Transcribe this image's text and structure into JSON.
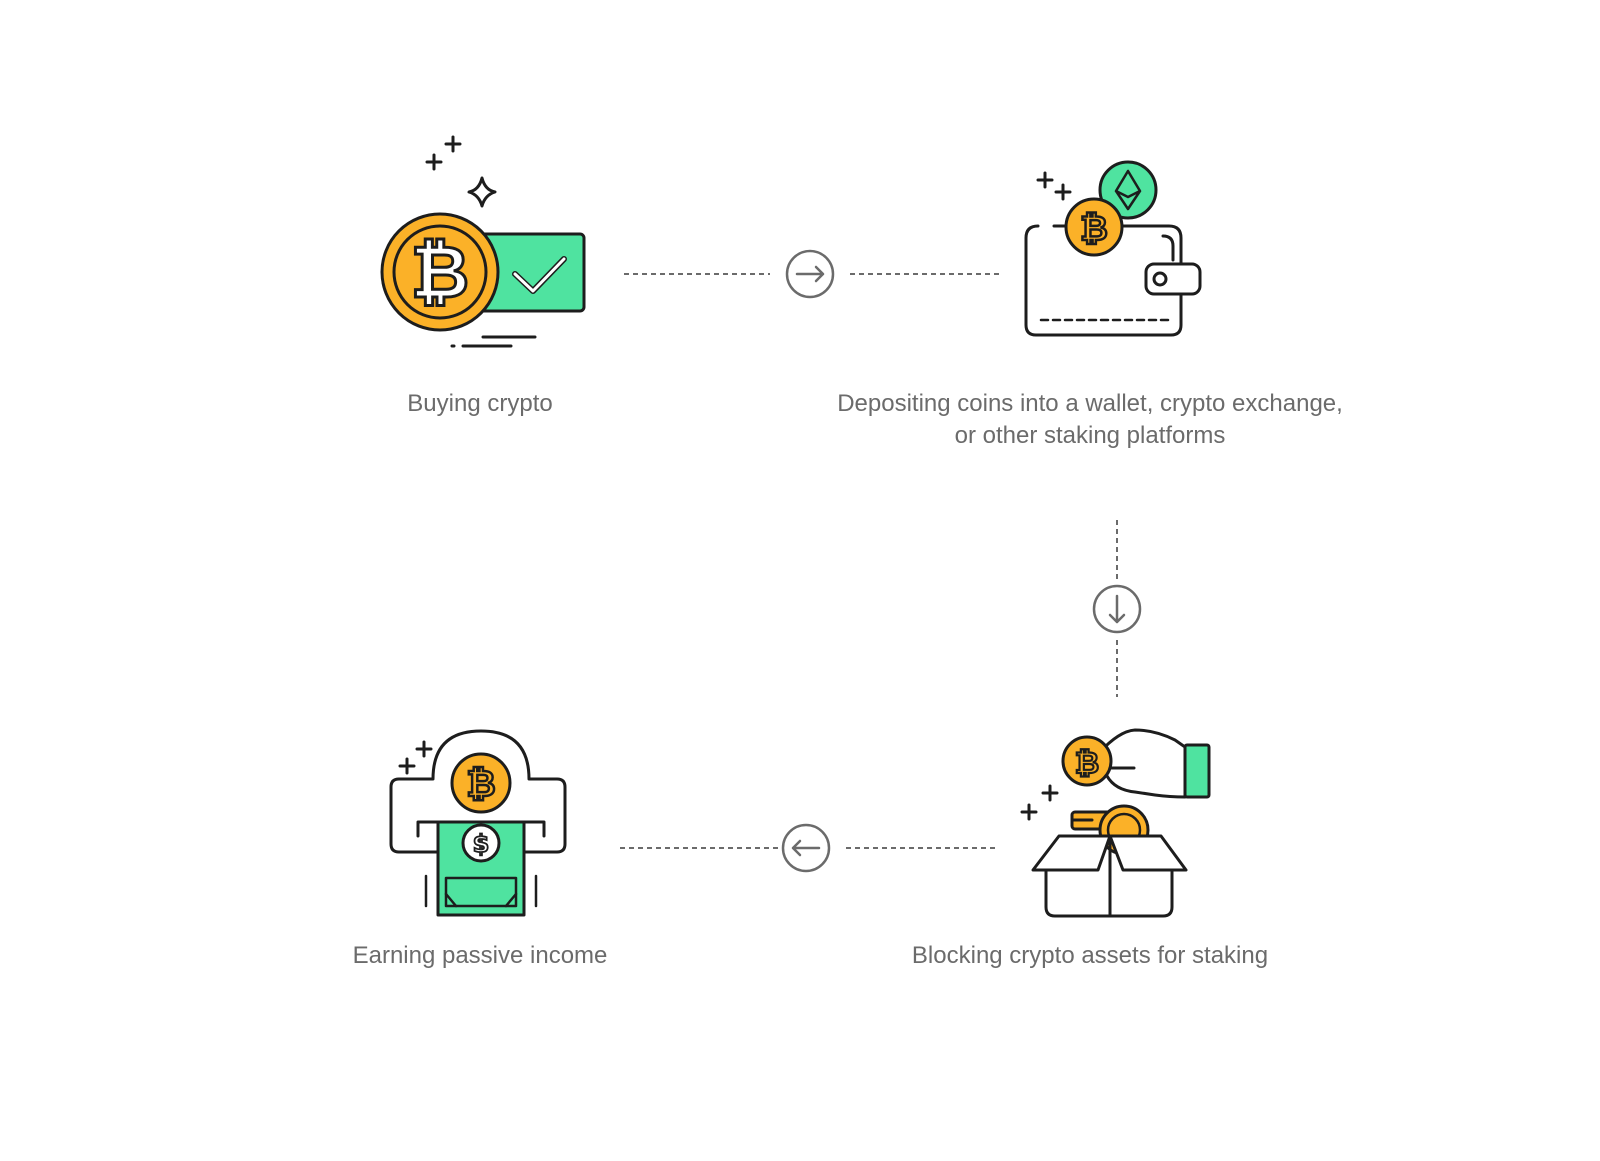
{
  "steps": [
    {
      "id": "buy",
      "label": "Buying crypto",
      "icon": "bitcoin-coin-check-icon"
    },
    {
      "id": "deposit",
      "label_lines": [
        "Depositing coins into a wallet, crypto exchange,",
        "or other staking platforms"
      ],
      "icon": "wallet-coins-icon"
    },
    {
      "id": "block",
      "label": "Blocking crypto assets for staking",
      "icon": "hand-coin-box-icon"
    },
    {
      "id": "earn",
      "label": "Earning passive income",
      "icon": "atm-cash-icon"
    }
  ],
  "connectors": [
    {
      "from": "buy",
      "to": "deposit",
      "direction": "right",
      "icon": "arrow-right-icon"
    },
    {
      "from": "deposit",
      "to": "block",
      "direction": "down",
      "icon": "arrow-down-icon"
    },
    {
      "from": "block",
      "to": "earn",
      "direction": "left",
      "icon": "arrow-left-icon"
    }
  ],
  "coin_symbol": "₿",
  "dollar_symbol": "$",
  "colors": {
    "coin": "#FBB128",
    "green": "#4FE3A0",
    "stroke": "#1d1d1d",
    "dash": "#6b6b6b",
    "text": "#6b6b6b"
  }
}
